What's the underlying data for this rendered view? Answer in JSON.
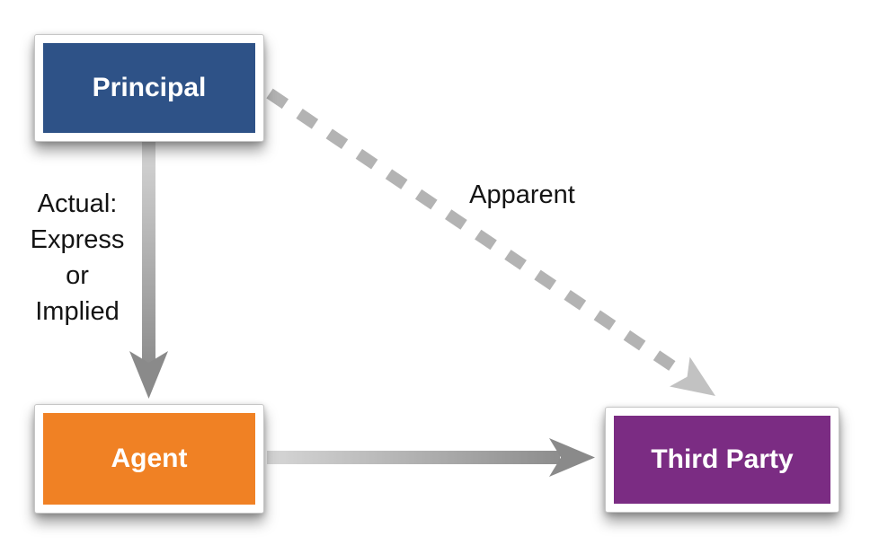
{
  "diagram": {
    "nodes": {
      "principal": {
        "label": "Principal",
        "color": "#2e5287",
        "text_color": "#ffffff"
      },
      "agent": {
        "label": "Agent",
        "color": "#f08124",
        "text_color": "#ffffff"
      },
      "third_party": {
        "label": "Third Party",
        "color": "#7b2c83",
        "text_color": "#ffffff"
      }
    },
    "edges": {
      "actual": {
        "from": "principal",
        "to": "agent",
        "label": "Actual:\nExpress\nor\nImplied",
        "style": "solid-gradient-arrow"
      },
      "apparent": {
        "from": "principal",
        "to": "third_party",
        "label": "Apparent",
        "style": "dashed-arrow"
      },
      "agent_to_third_party": {
        "from": "agent",
        "to": "third_party",
        "label": "",
        "style": "solid-gradient-arrow"
      }
    },
    "colors": {
      "arrow_gradient_light": "#d6d6d6",
      "arrow_gradient_dark": "#8d8d8d",
      "arrow_head": "#8a8a8a",
      "dashed_line": "#b3b3b3",
      "dashed_arrow_head": "#c2c2c2",
      "edge_label_text": "#141414",
      "background": "#ffffff"
    }
  }
}
